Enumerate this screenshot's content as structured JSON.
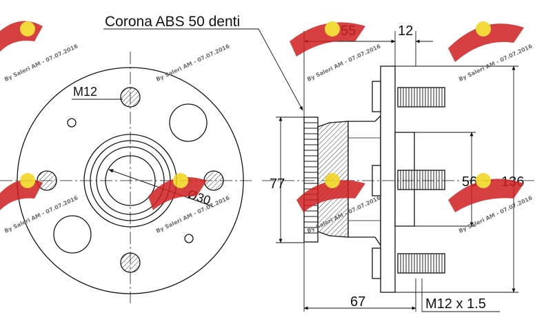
{
  "diagram": {
    "labels": {
      "abs_ring": "Corona ABS 50 denti",
      "thread_face": "M12",
      "bore": "Ø30",
      "width_total": "55",
      "flange_thickness": "12",
      "abs_diameter": "77",
      "pilot_diameter": "56",
      "pcd_diameter": "136",
      "overall_length": "67",
      "stud_thread": "M12 x 1.5"
    },
    "watermark": {
      "text": "By Saleri AM - 07.07.2016",
      "brand_colors": {
        "wing": "#d01f1f",
        "badge": "#f2d41a"
      }
    }
  }
}
